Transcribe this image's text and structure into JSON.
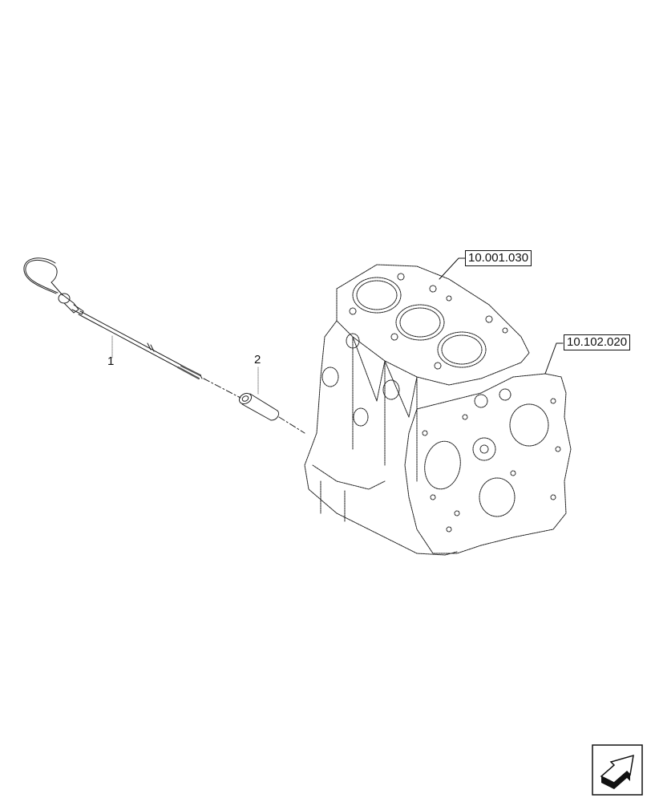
{
  "diagram": {
    "type": "exploded-parts-view",
    "subject": "engine cylinder block with oil dipstick",
    "callouts": [
      {
        "id": "1",
        "label": "1",
        "part": "oil dipstick"
      },
      {
        "id": "2",
        "label": "2",
        "part": "dipstick tube / sleeve"
      }
    ],
    "references": [
      {
        "label": "10.001.030",
        "target": "cylinder block"
      },
      {
        "label": "10.102.020",
        "target": "front plate / gear housing"
      }
    ],
    "nav_icon": "next-page-arrow-icon",
    "colors": {
      "line": "#111111",
      "background": "#ffffff"
    }
  }
}
